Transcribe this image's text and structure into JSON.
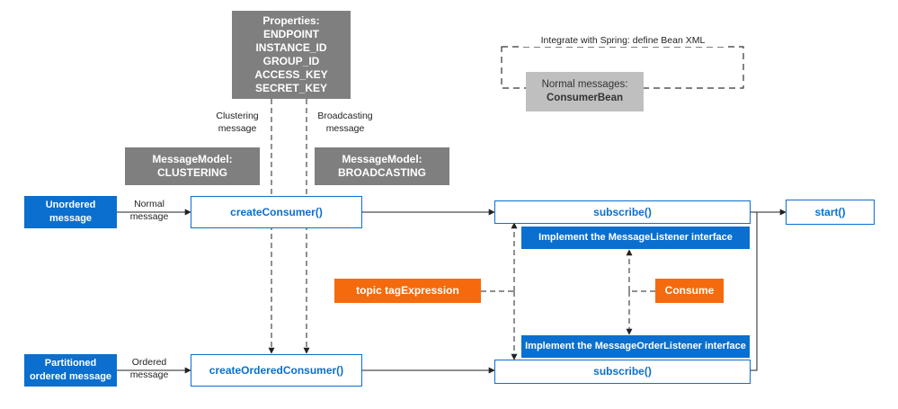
{
  "properties": {
    "title": "Properties:",
    "items": [
      "ENDPOINT",
      "INSTANCE_ID",
      "GROUP_ID",
      "ACCESS_KEY",
      "SECRET_KEY"
    ]
  },
  "labels": {
    "clustering_message": [
      "Clustering",
      "message"
    ],
    "broadcasting_message": [
      "Broadcasting",
      "message"
    ],
    "normal_message": [
      "Normal",
      "message"
    ],
    "ordered_message": [
      "Ordered",
      "message"
    ]
  },
  "message_model_clustering": [
    "MessageModel:",
    "CLUSTERING"
  ],
  "message_model_broadcasting": [
    "MessageModel:",
    "BROADCASTING"
  ],
  "spring": {
    "title": "Integrate with Spring: define Bean XML",
    "bean": [
      "Normal messages:",
      "ConsumerBean"
    ]
  },
  "inputs": {
    "unordered": [
      "Unordered",
      "message"
    ],
    "partitioned": [
      "Partitioned",
      "ordered message"
    ]
  },
  "methods": {
    "create_consumer": "createConsumer()",
    "create_ordered_consumer": "createOrderedConsumer()",
    "subscribe_top": "subscribe()",
    "subscribe_bottom": "subscribe()",
    "start": "start()"
  },
  "interfaces": {
    "listener": "Implement the MessageListener interface",
    "order_listener": "Implement the MessageOrderListener interface"
  },
  "topic": "topic tagExpression",
  "consume": "Consume",
  "colors": {
    "blue": "#0a6fce",
    "gray": "#7f7f7f",
    "light_gray": "#bfbfbf",
    "orange": "#f56a0c",
    "line": "#222222"
  }
}
